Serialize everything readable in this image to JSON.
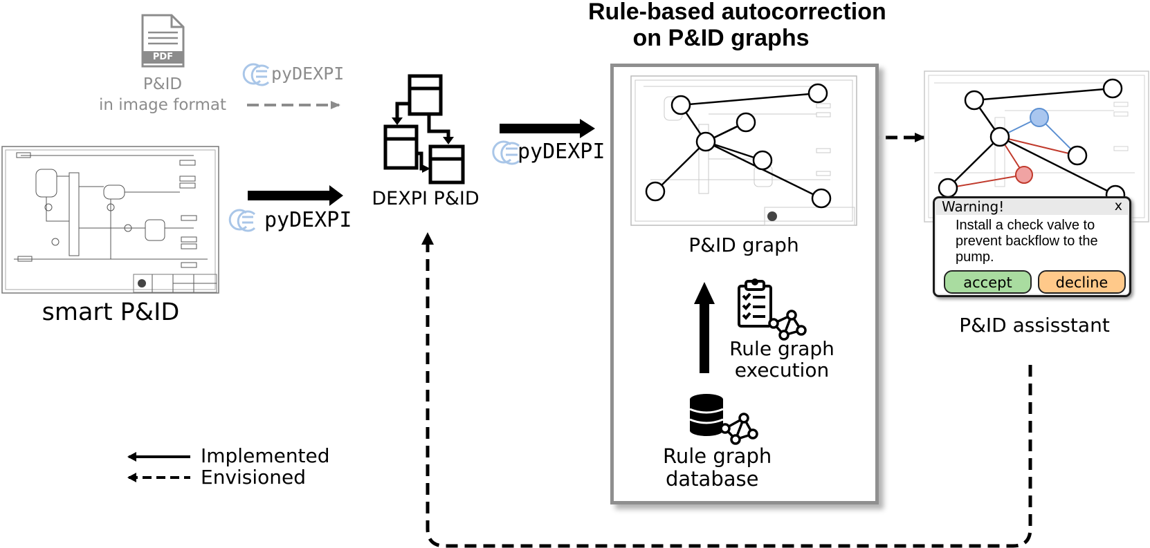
{
  "title": {
    "line1": "Rule-based autocorrection",
    "line2": "on P&ID graphs"
  },
  "labels": {
    "pdf_badge": "PDF",
    "pid_image_line1": "P&ID",
    "pid_image_line2": "in image format",
    "pydexpi": "pyDEXPI",
    "smart_pid": "smart P&ID",
    "dexpi_pid": "DEXPI P&ID",
    "pid_graph": "P&ID graph",
    "rule_graph_execution_line1": "Rule graph",
    "rule_graph_execution_line2": "execution",
    "rule_graph_database_line1": "Rule graph",
    "rule_graph_database_line2": "database",
    "pid_assistant": "P&ID assisstant"
  },
  "legend": {
    "implemented": "Implemented",
    "envisioned": "Envisioned"
  },
  "popup": {
    "title": "Warning!",
    "close": "x",
    "message": "Install a check valve to prevent backflow to the pump.",
    "accept": "accept",
    "decline": "decline"
  },
  "colors": {
    "implemented_arrow": "#000000",
    "image_path_arrow": "#8c8c8c",
    "pydexpi_logo": "#a9c6e8",
    "highlight_blue": "#5b8fd1",
    "highlight_red": "#c0392b",
    "accept": "#a9dca0",
    "decline": "#ffc98a"
  },
  "icons": [
    "pdf-file-icon",
    "pydexpi-logo",
    "dexpi-hierarchy-icon",
    "clipboard-checklist-icon",
    "database-icon",
    "network-icon"
  ]
}
